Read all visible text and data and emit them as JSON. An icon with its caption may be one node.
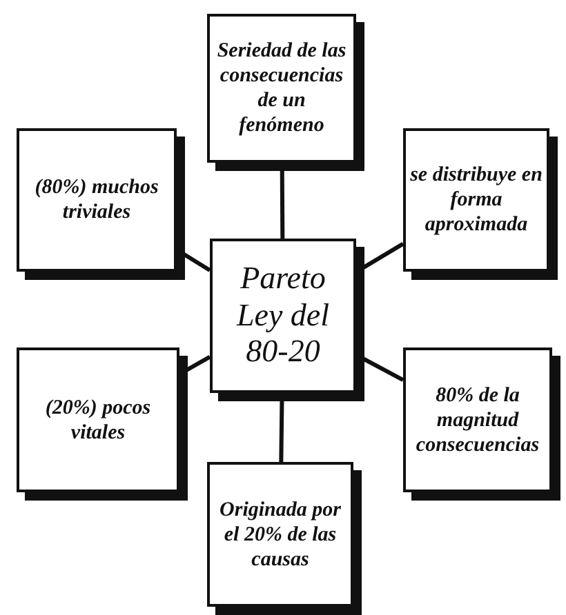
{
  "diagram": {
    "nodes": [
      {
        "text": [
          "Seriedad de las consecuencias de un fenómeno"
        ]
      },
      {
        "text": [
          "(80%) muchos triviales"
        ]
      },
      {
        "text": [
          "se distribuye en forma aproximada"
        ]
      },
      {
        "text": [
          "Pareto Ley del 80-20"
        ]
      },
      {
        "text": [
          "(20%) pocos vitales"
        ]
      },
      {
        "text": [
          "80% de la magnitud consecuencias"
        ]
      },
      {
        "text": [
          "Originada por el 20% de las causas"
        ]
      }
    ],
    "edges": [
      {
        "from": 3,
        "to": 0,
        "arrow": "none"
      },
      {
        "from": 3,
        "to": 1,
        "arrow": "none"
      },
      {
        "from": 3,
        "to": 2,
        "arrow": "none"
      },
      {
        "from": 3,
        "to": 4,
        "arrow": "none"
      },
      {
        "from": 3,
        "to": 5,
        "arrow": "none"
      },
      {
        "from": 3,
        "to": 6,
        "arrow": "none"
      }
    ]
  }
}
